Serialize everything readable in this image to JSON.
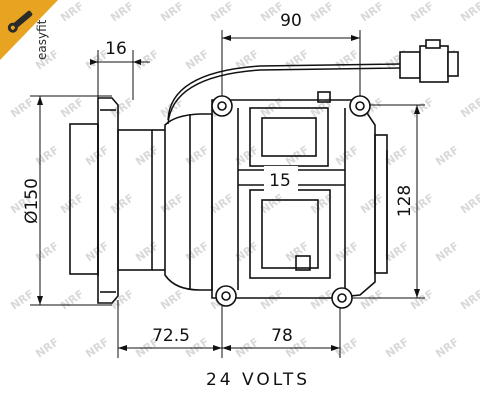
{
  "badge": {
    "text": "easyfit",
    "color": "#e8a320"
  },
  "watermark": {
    "text": "NRF"
  },
  "dimensions": {
    "top_width": "90",
    "pulley_width": "16",
    "diameter": "Ø150",
    "height": "128",
    "bottom_left": "72.5",
    "bottom_right": "78"
  },
  "label_number": "15",
  "voltage": "24 VOLTS",
  "colors": {
    "line": "#111111",
    "watermark": "#d9d9d9",
    "background": "#ffffff"
  }
}
